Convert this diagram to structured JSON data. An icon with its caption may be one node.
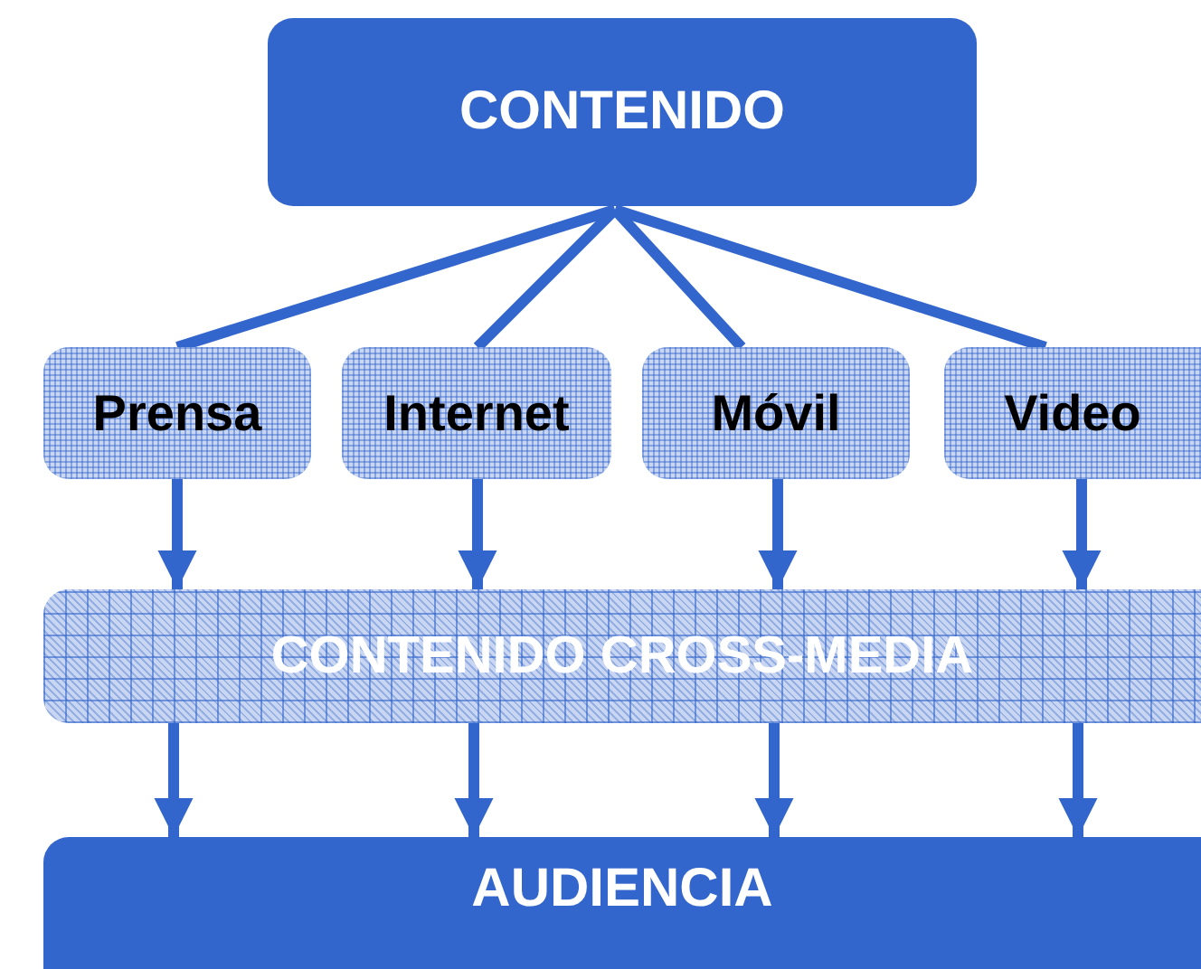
{
  "diagram": {
    "nodes": [
      {
        "text": [
          "CONTENIDO"
        ]
      },
      {
        "text": [
          "Prensa"
        ]
      },
      {
        "text": [
          "Internet"
        ]
      },
      {
        "text": [
          "Móvil"
        ]
      },
      {
        "text": [
          "Video"
        ]
      },
      {
        "text": [
          "CONTENIDO CROSS-MEDIA"
        ]
      },
      {
        "text": [
          "AUDIENCIA"
        ]
      }
    ],
    "edges": [
      {
        "from": 0,
        "to": 1,
        "arrow": "none"
      },
      {
        "from": 0,
        "to": 2,
        "arrow": "none"
      },
      {
        "from": 0,
        "to": 3,
        "arrow": "none"
      },
      {
        "from": 0,
        "to": 4,
        "arrow": "none"
      },
      {
        "from": 1,
        "to": 5,
        "arrow": "to"
      },
      {
        "from": 2,
        "to": 5,
        "arrow": "to"
      },
      {
        "from": 3,
        "to": 5,
        "arrow": "to"
      },
      {
        "from": 4,
        "to": 5,
        "arrow": "to"
      },
      {
        "from": 5,
        "to": 6,
        "arrow": "to"
      },
      {
        "from": 5,
        "to": 6,
        "arrow": "to"
      },
      {
        "from": 5,
        "to": 6,
        "arrow": "to"
      },
      {
        "from": 5,
        "to": 6,
        "arrow": "to"
      }
    ]
  }
}
